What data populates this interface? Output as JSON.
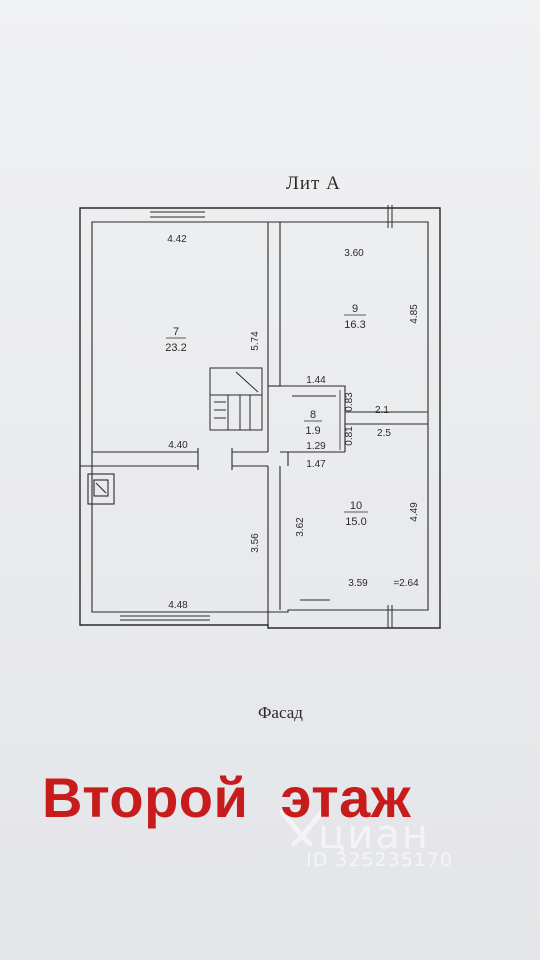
{
  "plan": {
    "title": "Лит  А",
    "facade_label": "Фасад",
    "floor_caption": "Второй  этаж",
    "rooms": [
      {
        "number": "7",
        "area": "23.2"
      },
      {
        "number": "9",
        "area": "16.3"
      },
      {
        "number": "8",
        "area": "1.9"
      },
      {
        "number": "10",
        "area": "15.0"
      }
    ],
    "dimensions": [
      "4.42",
      "5.74",
      "4.40",
      "3.60",
      "4.85",
      "1.44",
      "0.83",
      "2.1",
      "2.5",
      "0.81",
      "1.29",
      "1.47",
      "3.56",
      "4.48",
      "3.62",
      "4.49",
      "3.59",
      "=2.64"
    ]
  },
  "watermark": {
    "brand": "циан",
    "listing_id": "ID 325235170"
  },
  "colors": {
    "paper": "#ecedef",
    "line": "#2a2a2a",
    "caption": "#c81c1c",
    "watermark": "#ffffff"
  }
}
